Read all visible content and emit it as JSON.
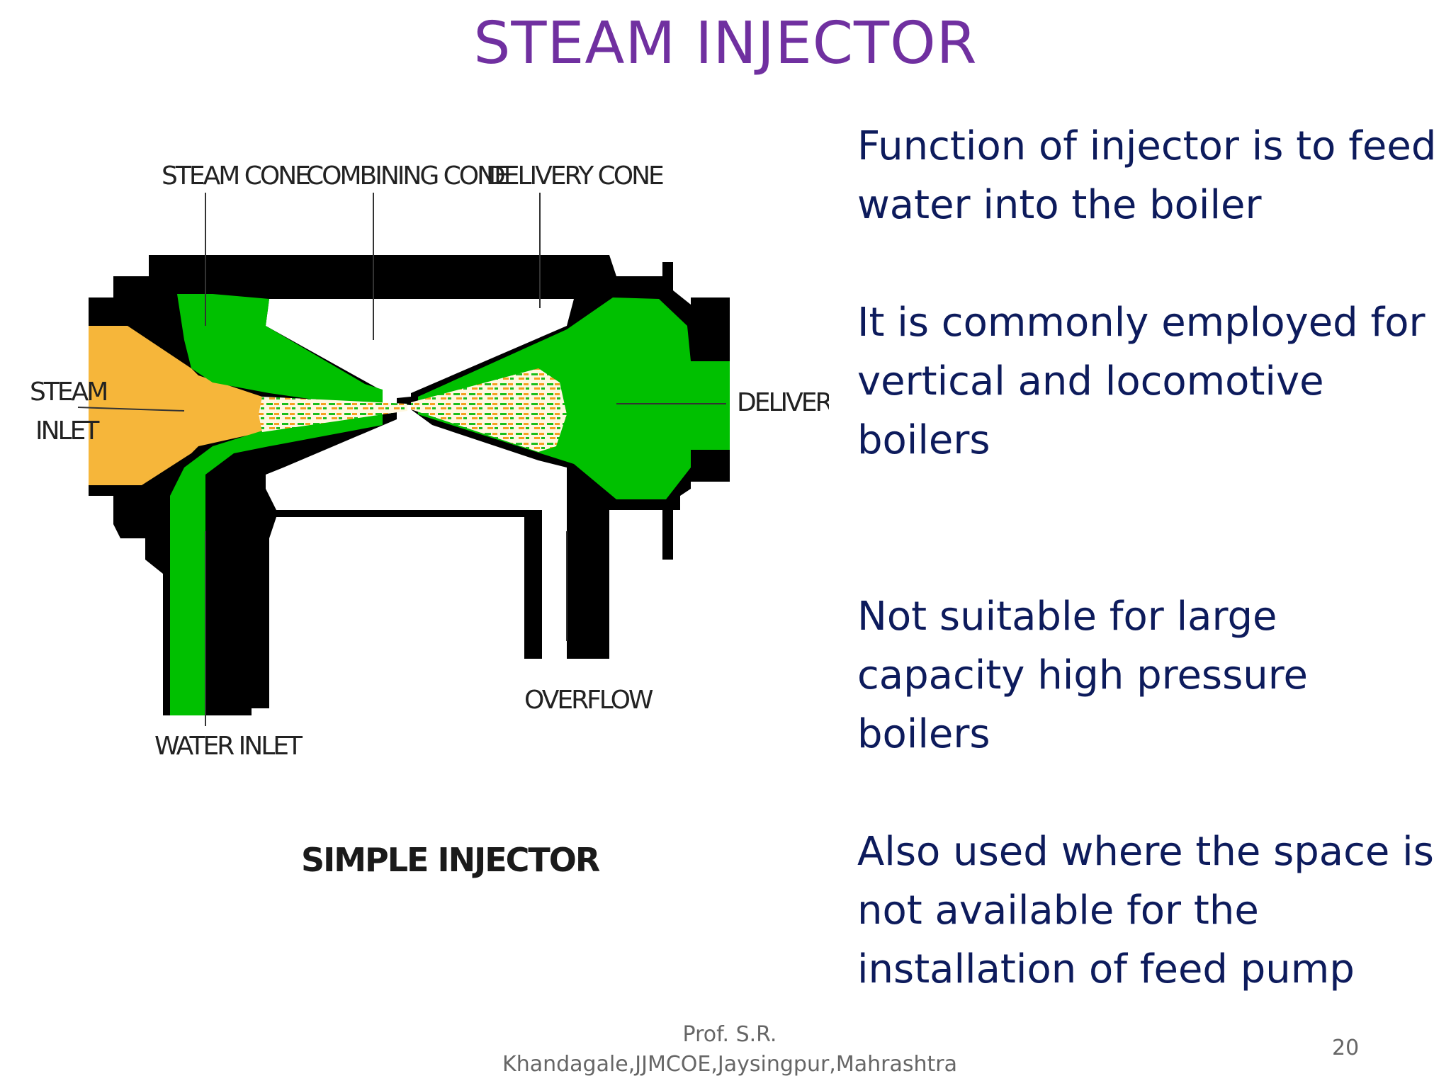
{
  "slide": {
    "title": "STEAM INJECTOR",
    "page_number": "20",
    "footer_line1": "Prof. S.R.",
    "footer_line2": "Khandagale,JJMCOE,Jaysingpur,Mahrashtra"
  },
  "diagram": {
    "labels": {
      "steam_cone": "STEAM CONE",
      "combining_cone": "COMBINING CONE",
      "delivery_cone": "DELIVERY CONE",
      "steam_inlet_1": "STEAM",
      "steam_inlet_2": "INLET",
      "delivery": "DELIVERY",
      "water_inlet": "WATER INLET",
      "overflow": "OVERFLOW"
    },
    "caption": "SIMPLE INJECTOR",
    "colors": {
      "body": "#000000",
      "steam": "#f6b63a",
      "water": "#00c000",
      "mix_green": "#1bbf1b",
      "mix_orange": "#f4a020"
    }
  },
  "content": {
    "paragraphs": [
      "Function of injector is to feed water into the boiler",
      "It is commonly employed for vertical and locomotive boilers",
      "Not suitable for large capacity high pressure boilers",
      "Also used where the space is not available for the installation of feed pump"
    ]
  }
}
